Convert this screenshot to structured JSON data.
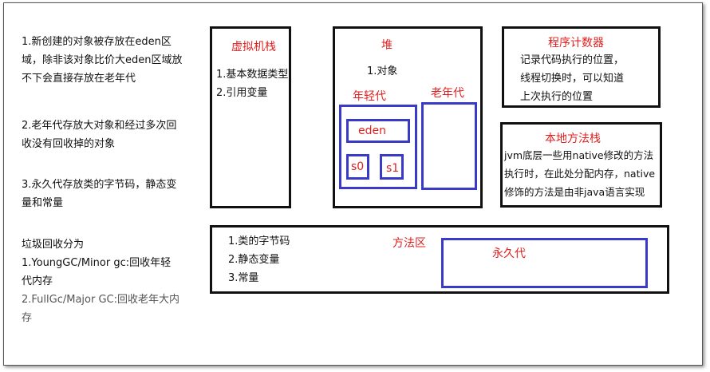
{
  "notes": {
    "n1": [
      "1.新创建的对象被存放在eden区",
      "域，除非该对象比价大eden区域放",
      "不下会直接存放在老年代"
    ],
    "n2": [
      "2.老年代存放大对象和经过多次回",
      "收没有回收掉的对象"
    ],
    "n3": [
      "3.永久代存放类的字节码，静态变",
      "量和常量"
    ],
    "gc_title": "垃圾回收分为",
    "gc1": [
      "1.YoungGC/Minor gc:回收年轻",
      "代内存"
    ],
    "gc2": [
      "2.FullGc/Major GC:回收老年大内",
      "存"
    ]
  },
  "vm_stack": {
    "title": "虚拟机栈",
    "items": [
      "1.基本数据类型",
      "2.引用变量"
    ]
  },
  "heap": {
    "title": "堆",
    "object_label": "1.对象",
    "young": "年轻代",
    "old": "老年代",
    "eden": "eden",
    "s0": "s0",
    "s1": "s1"
  },
  "pc_counter": {
    "title": "程序计数器",
    "lines": [
      "记录代码执行的位置，",
      "线程切换时，可以知道",
      "上次执行的位置"
    ]
  },
  "native_stack": {
    "title": "本地方法栈",
    "lines": [
      "jvm底层一些用native修改的方法",
      "执行时，在此处分配内存，native",
      "修饰的方法是由非java语言实现"
    ]
  },
  "method_area": {
    "title": "方法区",
    "items": [
      "1.类的字节码",
      "2.静态变量",
      "3.常量"
    ],
    "permgen": "永久代"
  },
  "colors": {
    "accent_red": "#e02020",
    "box_blue": "#3a3ac8",
    "box_black": "#111111"
  }
}
